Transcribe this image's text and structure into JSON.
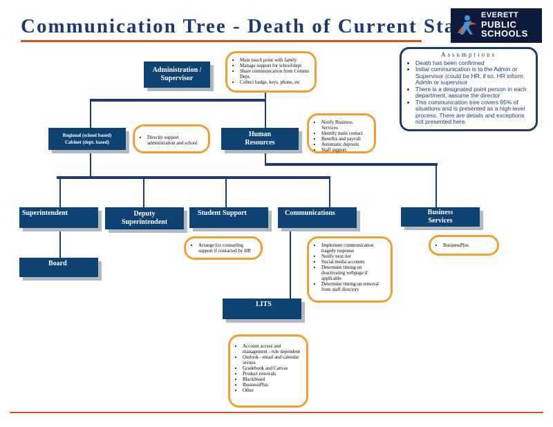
{
  "title": "Communication Tree - Death of Current Staff",
  "logo": {
    "line1": "EVERETT",
    "line2": "PUBLIC",
    "line3": "SCHOOLS"
  },
  "assumptions": {
    "title": "Assumptions",
    "items": [
      "Death has been confirmed",
      "Initial communication is to the Admin or Supervisor (could be HR, if so, HR inform Admin or supervisor",
      "There is a designated point person in each department, assume the director",
      "This communication tree covers 95% of situations and is presented as a high-level process. There are details and exceptions not presented here."
    ]
  },
  "nodes": {
    "admin": {
      "line1": "Administration /",
      "line2": "Supervisor"
    },
    "regional": {
      "line1": "Regional (school based)",
      "line2": "Cabinet (dept. based)"
    },
    "hr": {
      "line1": "Human",
      "line2": "Resources"
    },
    "superintendent": {
      "label": "Superintendent"
    },
    "deputy": {
      "line1": "Deputy",
      "line2": "Superintendent"
    },
    "student_support": {
      "label": "Student Support"
    },
    "communications": {
      "label": "Communications"
    },
    "business": {
      "line1": "Business",
      "line2": "Services"
    },
    "board": {
      "label": "Board"
    },
    "lits": {
      "label": "LITS"
    }
  },
  "notes": {
    "admin": [
      "Main touch point with family",
      "Manage support for school/dept",
      "Share communication from Comms Dept.",
      "Collect badge, keys, phone, etc"
    ],
    "regional": [
      "Directly support administration and school"
    ],
    "hr": [
      "Notify Business Services",
      "Identify main contact",
      "Benefits and payroll",
      "Automatic deposits",
      "Staff support"
    ],
    "student_support": [
      "Arrange for counseling support if contacted by HR"
    ],
    "communications": [
      "Implement communication tragedy response",
      "Notify next tier",
      "Social media accounts",
      "Determine timing on deactivating webpage if applicable",
      "Determine timing on removal from staff directory"
    ],
    "business": [
      "BusinessPlus"
    ],
    "lits": [
      "Account access and management - role dependent",
      "Outlook - email and calendar invites",
      "Gradebook and Canvas",
      "Product renewals",
      "Blackboard",
      "BusinessPlus",
      "Other"
    ]
  }
}
